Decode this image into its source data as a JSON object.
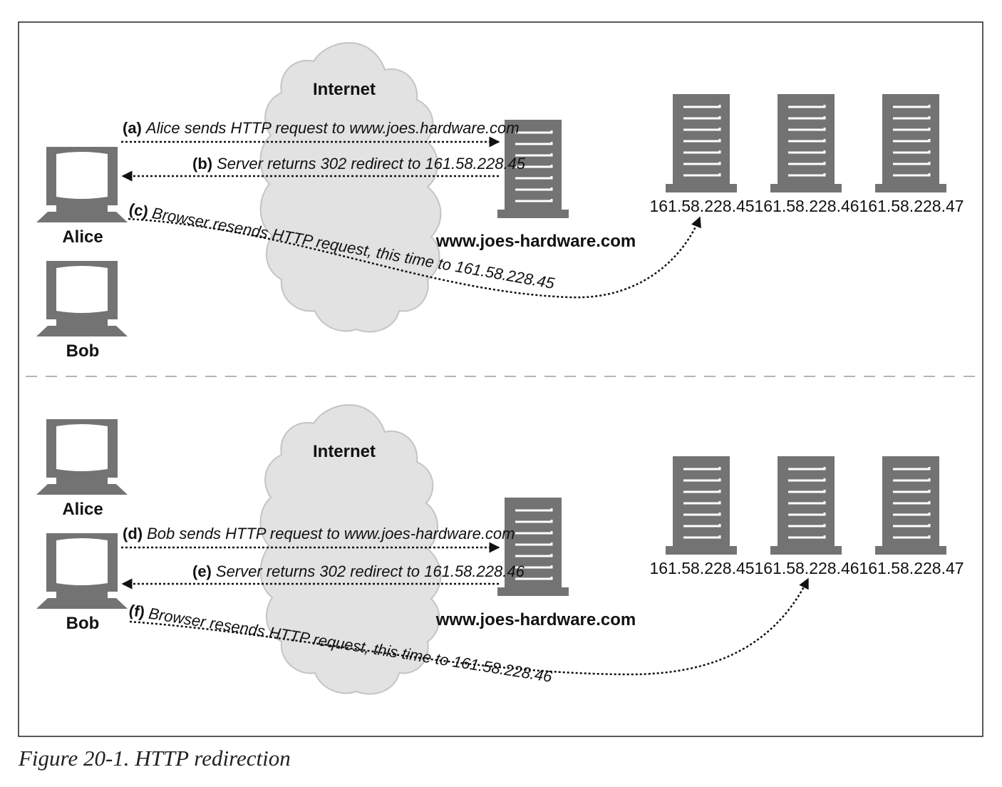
{
  "panels": [
    {
      "cloud_label": "Internet",
      "top_client": "Alice",
      "bottom_client": "Bob",
      "server_label": "www.joes-hardware.com",
      "steps": [
        {
          "letter": "(a)",
          "text": "Alice sends HTTP request to www.joes.hardware.com"
        },
        {
          "letter": "(b)",
          "text": "Server returns 302 redirect to 161.58.228.45"
        },
        {
          "letter": "(c)",
          "text": "Browser resends HTTP request, this time to 161.58.228.45"
        }
      ],
      "replicas": [
        "161.58.228.45",
        "161.58.228.46",
        "161.58.228.47"
      ]
    },
    {
      "cloud_label": "Internet",
      "top_client": "Alice",
      "bottom_client": "Bob",
      "server_label": "www.joes-hardware.com",
      "steps": [
        {
          "letter": "(d)",
          "text": "Bob sends HTTP request to www.joes-hardware.com"
        },
        {
          "letter": "(e)",
          "text": "Server returns 302 redirect to 161.58.228.46"
        },
        {
          "letter": "(f)",
          "text": "Browser resends HTTP request, this time to 161.58.228.46"
        }
      ],
      "replicas": [
        "161.58.228.45",
        "161.58.228.46",
        "161.58.228.47"
      ]
    }
  ],
  "caption": "Figure 20-1. HTTP redirection",
  "colors": {
    "device": "#737373",
    "cloud": "#e2e2e2",
    "cloud_stroke": "#c4c4c4",
    "arrow": "#111111",
    "frame": "#222222",
    "divider": "#b5b5b5"
  },
  "icons": {
    "client": "monitor-icon",
    "server": "server-tower-icon"
  }
}
